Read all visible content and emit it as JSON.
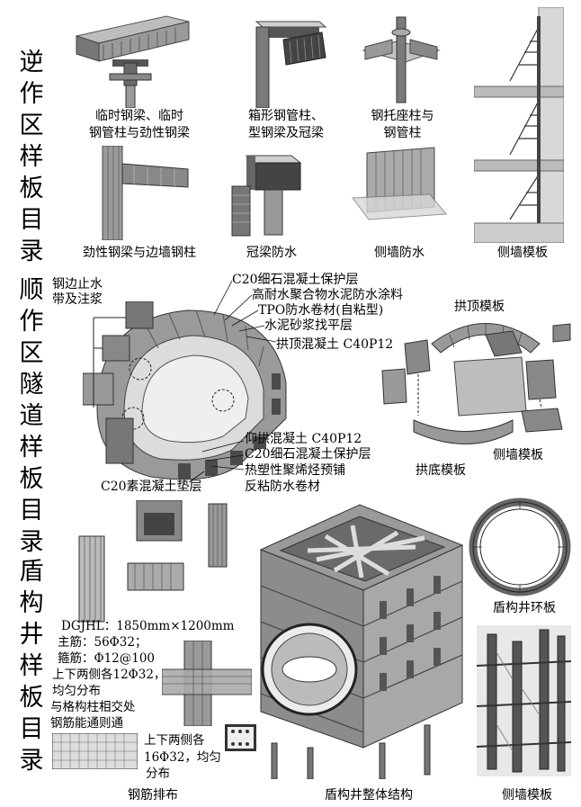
{
  "sections": [
    {
      "title": "逆作区样板目录"
    },
    {
      "title": "顺作区隧道样板目录"
    },
    {
      "title": "盾构井样板目录"
    }
  ],
  "reverse": {
    "captions": [
      {
        "l1": "临时钢梁、临时",
        "l2": "钢管柱与劲性钢梁"
      },
      {
        "l1": "箱形钢管柱、",
        "l2": "型钢梁及冠梁"
      },
      {
        "l1": "钢托座柱与",
        "l2": "钢管柱"
      },
      {
        "l1": "劲性钢梁与边墙钢柱",
        "l2": ""
      },
      {
        "l1": "冠梁防水",
        "l2": ""
      },
      {
        "l1": "侧墙防水",
        "l2": ""
      },
      {
        "l1": "侧墙模板",
        "l2": ""
      }
    ]
  },
  "tunnel": {
    "left_labels": {
      "l1": "钢边止水",
      "l2": "带及注浆"
    },
    "layers_top": [
      "C20细石混凝土保护层",
      "高耐水聚合物水泥防水涂料",
      "TPO防水卷材(自粘型)",
      "水泥砂浆找平层",
      "拱顶混凝土 C40P12"
    ],
    "layers_bottom": [
      "仰拱混凝土 C40P12",
      "C20细石混凝土保护层",
      "热塑性聚烯烃预铺",
      "反粘防水卷材"
    ],
    "cushion": "C20素混凝土垫层",
    "right_labels": {
      "arch": "拱顶模板",
      "side": "侧墙模板",
      "invert": "拱底模板"
    }
  },
  "shaft": {
    "spec_lines": [
      "DGJHL：1850mm×1200mm",
      "主筋：56Φ32；",
      "箍筋：Φ12@100",
      "上下两侧各12Φ32，",
      "均匀分布",
      "与格构柱相交处",
      "钢筋能通则通"
    ],
    "spec2_lines": [
      "上下两侧各",
      "16Φ32，均匀",
      "分布"
    ],
    "captions": {
      "rebar": "钢筋排布",
      "whole": "盾构井整体结构",
      "ring": "盾构井环板",
      "formwork": "侧墙模板"
    }
  },
  "colors": {
    "steel": "#8a8a8a",
    "dark": "#3a3a3a",
    "light": "#cfcfcf",
    "line": "#111111"
  }
}
